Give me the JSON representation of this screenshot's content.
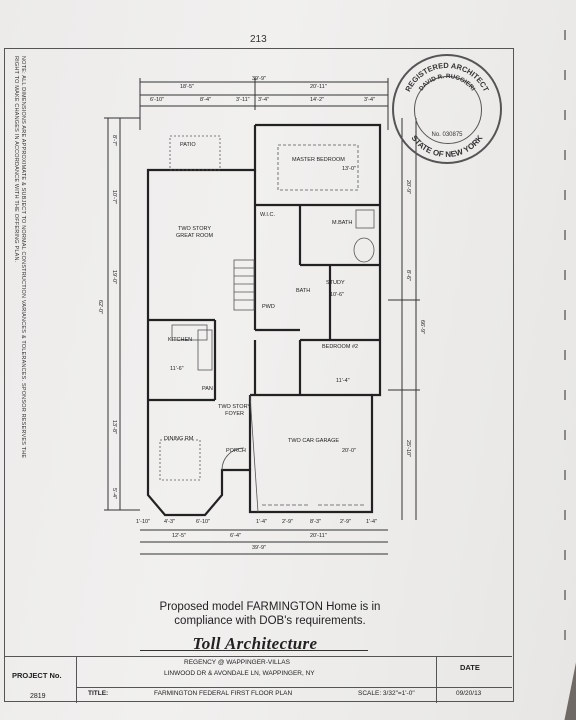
{
  "page_number": "213",
  "note": "NOTE: ALL DIMENSIONS ARE APPROXIMATE & SUBJECT TO NORMAL CONSTRUCTION VARIANCES & TOLERANCES. SPONSOR RESERVES THE RIGHT TO MAKE CHANGES IN ACCORDANCE WITH THE OFFERING PLAN.",
  "stamp": {
    "top_text": "REGISTERED ARCHITECT",
    "name": "DAVID R. RUGGIERI",
    "number": "No. 030875",
    "bottom_text": "STATE OF NEW YORK"
  },
  "dimensions": {
    "top_overall": "39'-9\"",
    "top_left": "18'-5\"",
    "top_right": "20'-11\"",
    "top_segments": [
      "6'-10\"",
      "8'-4\"",
      "3'-11\"",
      "3'-4\"",
      "14'-2\"",
      "3'-4\""
    ],
    "bottom_overall": "39'-9\"",
    "bottom_left": "12'-5\"",
    "bottom_mid": "6'-4\"",
    "bottom_right": "20'-11\"",
    "bottom_segments": [
      "1'-10\"",
      "4'-3\"",
      "6'-10\"",
      "1'-4\"",
      "2'-9\"",
      "8'-3\"",
      "2'-9\"",
      "1'-4\""
    ],
    "left_overall": "62'-0\"",
    "right_overall": "66'-9\"",
    "left_segments": [
      "8'-7\"",
      "10'-7\"",
      "19'-0\"",
      "13'-8\"",
      "5'-4\""
    ],
    "right_segments": [
      "20'-9\"",
      "8'-6\"",
      "25'-10\""
    ]
  },
  "rooms": {
    "master_bedroom": "MASTER BEDROOM",
    "master_bedroom_size": "13'-0\"",
    "great_room": "TWO STORY\nGREAT ROOM",
    "wic": "W.I.C.",
    "m_bath": "M.BATH",
    "study": "STUDY",
    "study_size": "10'-6\"",
    "kitchen": "KITCHEN",
    "bedroom2": "BEDROOM #2",
    "bedroom2_size": "11'-4\"",
    "foyer": "TWO STORY\nFOYER",
    "dining": "DINING RM",
    "garage": "TWO CAR GARAGE",
    "garage_size": "20'-0\"",
    "porch": "PORCH",
    "patio": "PATIO",
    "bath": "BATH",
    "pwd": "PWD",
    "pan": "PAN",
    "kitchen_size": "11'-6\""
  },
  "caption": "Proposed model FARMINGTON Home is in\ncompliance with DOB's requirements.",
  "brand": "Toll Architecture",
  "title_block": {
    "project_label": "PROJECT No.",
    "project_no": "2819",
    "line1": "REGENCY @ WAPPINGER-VILLAS",
    "line2": "LINWOOD DR & AVONDALE LN, WAPPINGER, NY",
    "title_label": "TITLE:",
    "title": "FARMINGTON FEDERAL FIRST FLOOR PLAN",
    "scale": "SCALE: 3/32\"=1'-0\"",
    "date_label": "DATE",
    "date": "09/20/13"
  }
}
